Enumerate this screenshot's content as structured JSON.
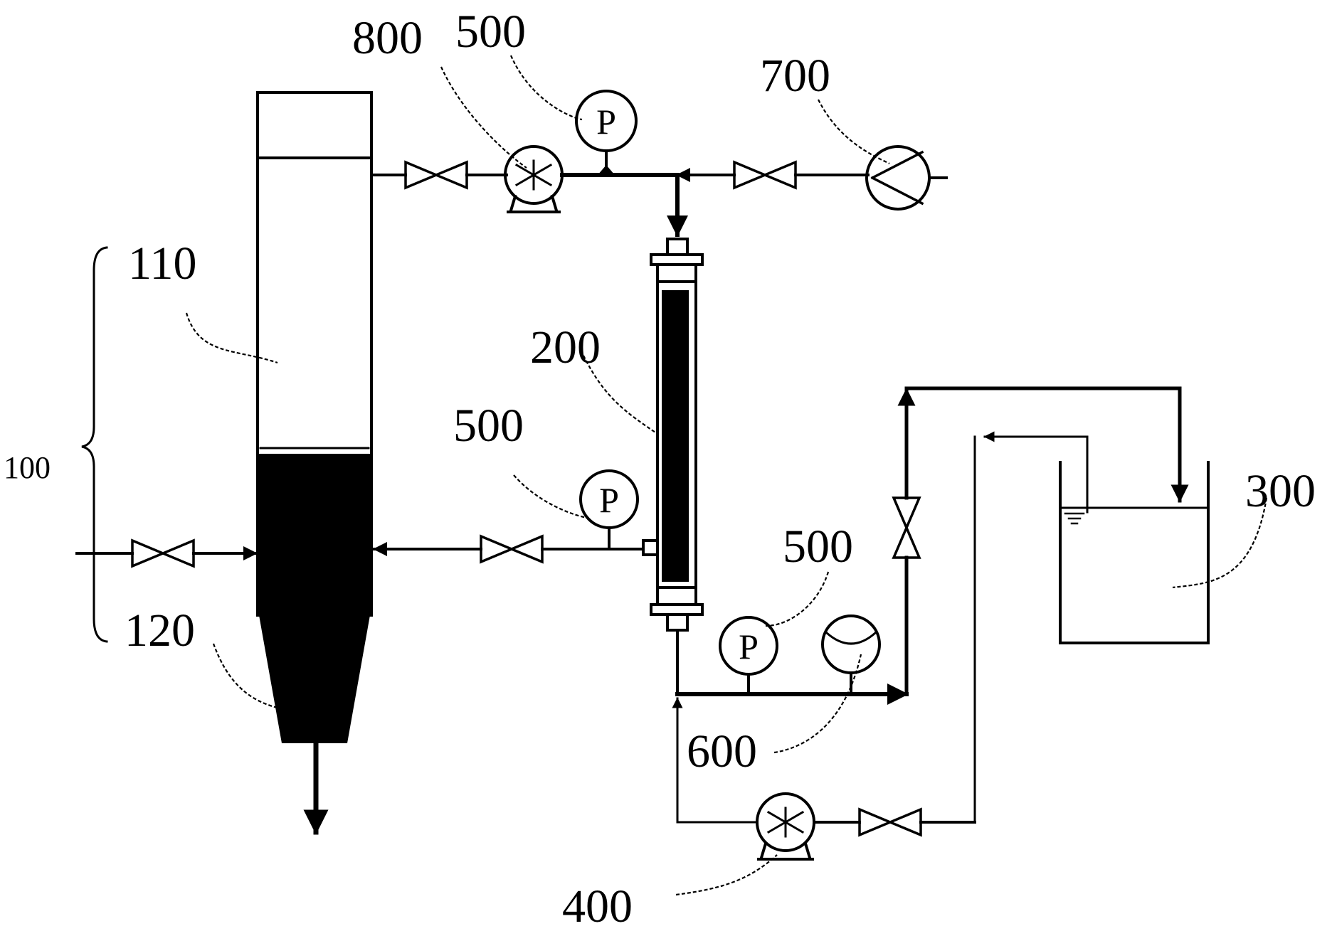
{
  "diagram": {
    "labels": {
      "l100": "100",
      "l110": "110",
      "l120": "120",
      "l200": "200",
      "l300": "300",
      "l400": "400",
      "l500_top": "500",
      "l500_mid": "500",
      "l500_right": "500",
      "l600": "600",
      "l700": "700",
      "l800": "800"
    },
    "gauge_symbol": "P",
    "colors": {
      "ink": "#000000",
      "background": "#ffffff"
    }
  }
}
